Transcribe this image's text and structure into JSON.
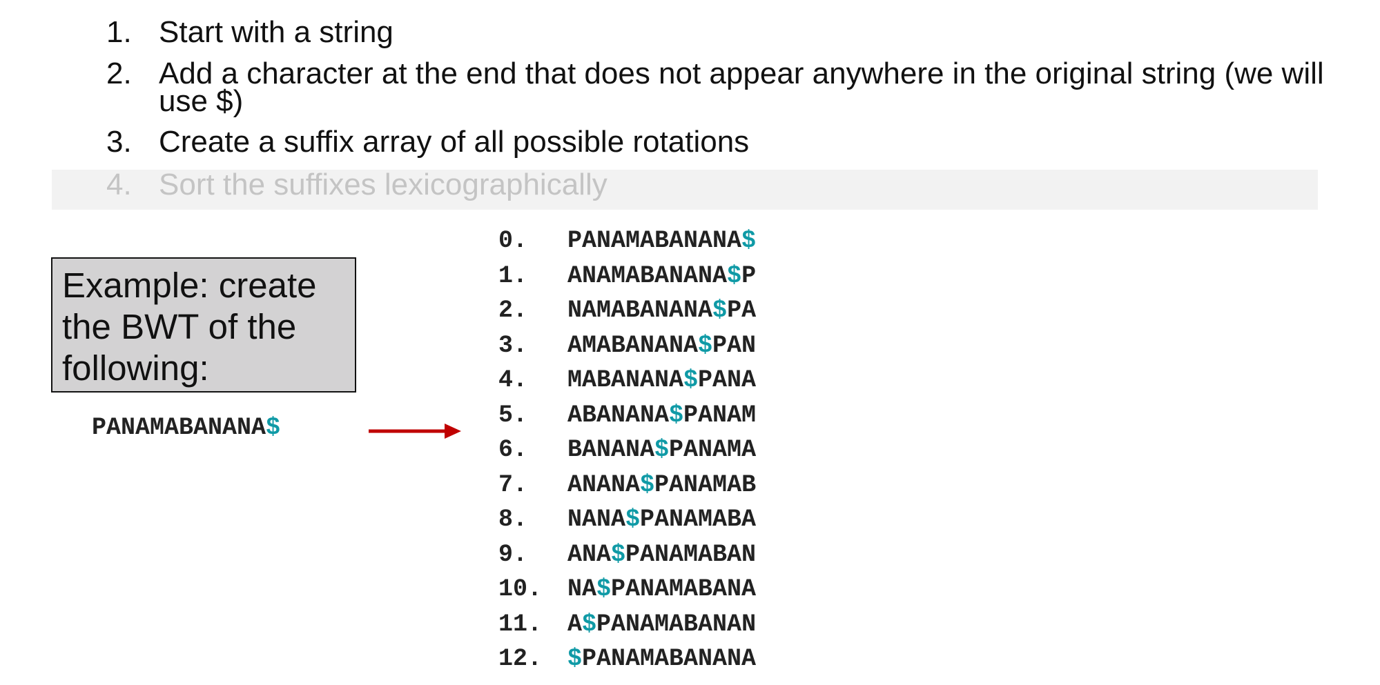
{
  "steps": [
    {
      "number": "1.",
      "text": "Start with a string"
    },
    {
      "number": "2.",
      "text": "Add a character at the end that does not appear anywhere in the original string (we will use $)"
    },
    {
      "number": "3.",
      "text": "Create a suffix array of all possible rotations"
    },
    {
      "number": "4.",
      "text": "Sort the suffixes lexicographically"
    }
  ],
  "example_box": {
    "text": "Example: create the BWT of the following:"
  },
  "input_string": {
    "body": "PANAMABANANA",
    "terminator": "$"
  },
  "rotations": [
    {
      "index": "0.",
      "pre": "PANAMABANANA",
      "sym": "$",
      "post": ""
    },
    {
      "index": "1.",
      "pre": "ANAMABANANA",
      "sym": "$",
      "post": "P"
    },
    {
      "index": "2.",
      "pre": "NAMABANANA",
      "sym": "$",
      "post": "PA"
    },
    {
      "index": "3.",
      "pre": "AMABANANA",
      "sym": "$",
      "post": "PAN"
    },
    {
      "index": "4.",
      "pre": "MABANANA",
      "sym": "$",
      "post": "PANA"
    },
    {
      "index": "5.",
      "pre": "ABANANA",
      "sym": "$",
      "post": "PANAM"
    },
    {
      "index": "6.",
      "pre": "BANANA",
      "sym": "$",
      "post": "PANAMA"
    },
    {
      "index": "7.",
      "pre": "ANANA",
      "sym": "$",
      "post": "PANAMAB"
    },
    {
      "index": "8.",
      "pre": "NANA",
      "sym": "$",
      "post": "PANAMABA"
    },
    {
      "index": "9.",
      "pre": "ANA",
      "sym": "$",
      "post": "PANAMABAN"
    },
    {
      "index": "10.",
      "pre": "NA",
      "sym": "$",
      "post": "PANAMABANA"
    },
    {
      "index": "11.",
      "pre": "A",
      "sym": "$",
      "post": "PANAMABANAN"
    },
    {
      "index": "12.",
      "pre": "",
      "sym": "$",
      "post": "PANAMABANANA"
    }
  ],
  "colors": {
    "terminator": "#0f9aa6",
    "arrow": "#c00000",
    "box_fill": "#d3d2d3",
    "faded_step": "#c4c4c4",
    "faded_highlight": "#f2f2f2"
  }
}
